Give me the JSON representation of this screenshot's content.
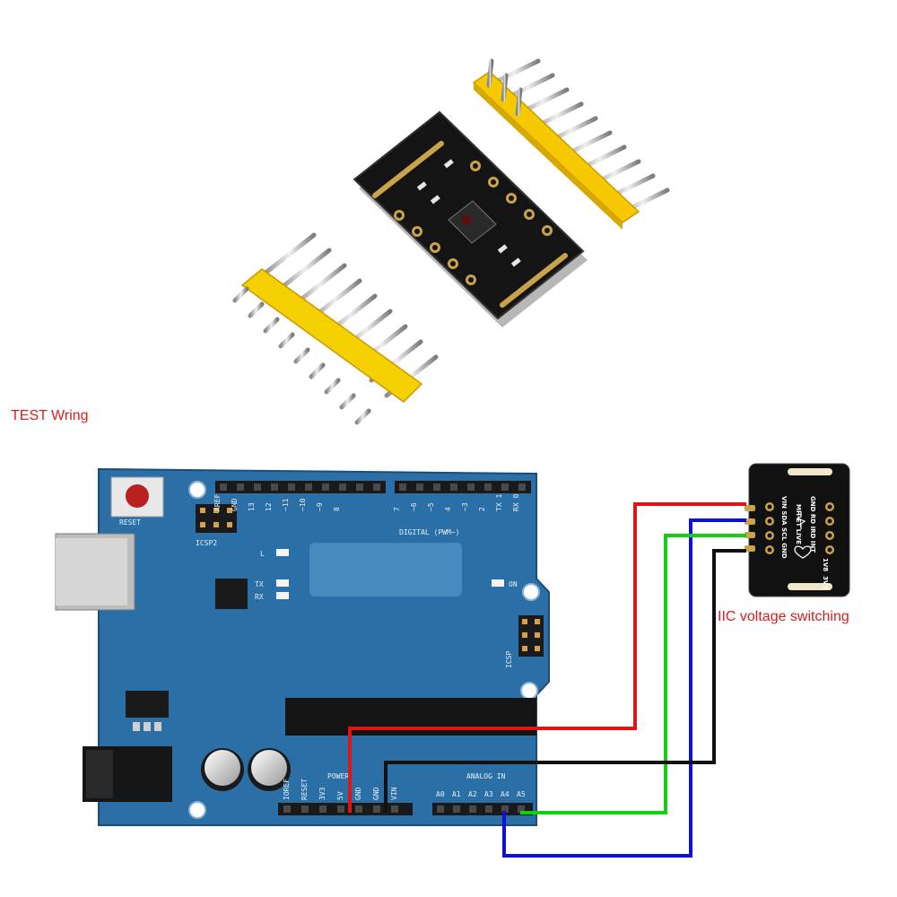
{
  "labels": {
    "test_wiring": "TEST Wring",
    "iic_voltage": "IIC voltage switching"
  },
  "arduino": {
    "reset": "RESET",
    "icsp2": "ICSP2",
    "digital": "DIGITAL (PWM~)",
    "l": "L",
    "tx": "TX",
    "rx": "RX",
    "on": "ON",
    "icsp": "ICSP",
    "power": "POWER",
    "analog_in": "ANALOG IN",
    "aref": "AREF",
    "gnd": "GND",
    "digital_pins": [
      "13",
      "12",
      "~11",
      "~10",
      "~9",
      "8",
      "7",
      "~6",
      "~5",
      "4",
      "~3",
      "2",
      "TX 1",
      "RX 0"
    ],
    "power_pins": [
      "IOREF",
      "RESET",
      "3V3",
      "5V",
      "GND",
      "GND",
      "VIN"
    ],
    "analog_pins": [
      "A0",
      "A1",
      "A2",
      "A3",
      "A4",
      "A5"
    ]
  },
  "sensor_module": {
    "top_row": "GND RD IRD INT",
    "brand": "MH-ET LIVE",
    "bottom_row": "VIN SDA SCL GND",
    "v18": "1V8",
    "v33": "3V3"
  },
  "wires": [
    {
      "name": "vin-wire",
      "color": "#e01414"
    },
    {
      "name": "scl-wire",
      "color": "#1010d0"
    },
    {
      "name": "sda-wire",
      "color": "#10d010"
    },
    {
      "name": "gnd-wire",
      "color": "#111111"
    }
  ],
  "colors": {
    "board": "#2a6fa6",
    "header": "#1a1a1a",
    "pcb_black": "#111111",
    "gold": "#c9a24a",
    "pin_yellow": "#f5c800"
  }
}
